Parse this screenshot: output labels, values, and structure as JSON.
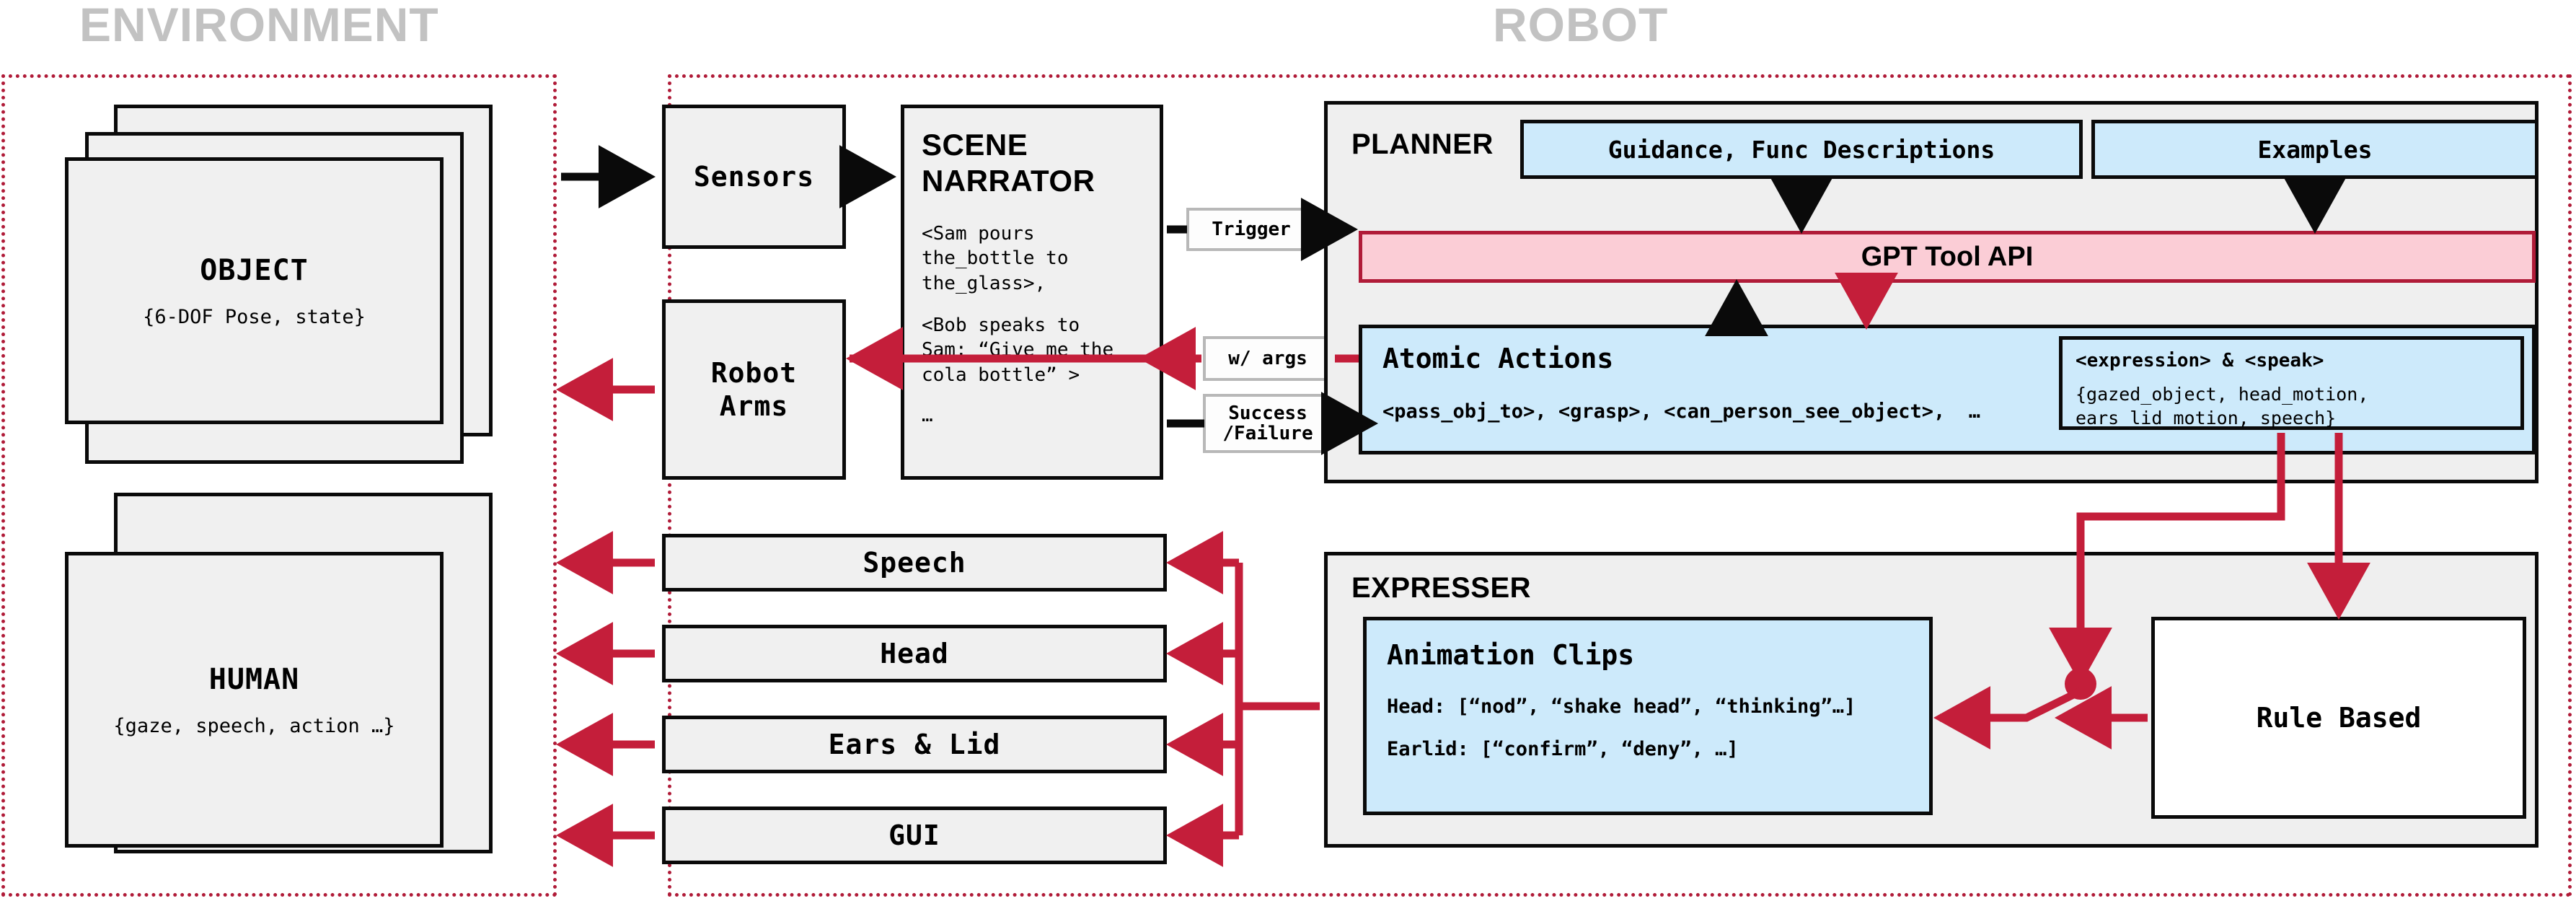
{
  "sections": {
    "environment": "ENVIRONMENT",
    "robot": "ROBOT"
  },
  "environment": {
    "object": {
      "title": "OBJECT",
      "attrs": "{6-DOF Pose, state}",
      "card_count": 3
    },
    "human": {
      "title": "HUMAN",
      "attrs": "{gaze, speech, action …}",
      "card_count": 2
    }
  },
  "interface": {
    "sensors": "Sensors",
    "robot_arms": "Robot\nArms"
  },
  "scene_narrator": {
    "title_line1": "SCENE",
    "title_line2": "NARRATOR",
    "line1": "<Sam pours\nthe_bottle to\nthe_glass>,",
    "line2": "<Bob speaks to\nSam: “Give me the\ncola bottle” >",
    "line3": "…"
  },
  "edge_labels": {
    "trigger": "Trigger",
    "with_args": "w/ args",
    "success_failure": "Success\n/Failure"
  },
  "planner": {
    "title": "PLANNER",
    "guidance": "Guidance, Func Descriptions",
    "examples": "Examples",
    "gpt_tool_api": "GPT Tool API",
    "atomic_actions": {
      "title": "Atomic Actions",
      "list": "<pass_obj_to>, <grasp>, <can_person_see_object>,  …"
    },
    "expression_speak": {
      "title": "<expression> & <speak>",
      "params": "{gazed_object, head_motion,\nears_lid_motion, speech}"
    }
  },
  "expresser": {
    "title": "EXPRESSER",
    "animation_clips": {
      "title": "Animation Clips",
      "head": "Head: [“nod”, “shake head”, “thinking”…]",
      "earlid": "Earlid: [“confirm”, “deny”, …]"
    },
    "rule_based": "Rule Based"
  },
  "outputs": {
    "speech": "Speech",
    "head": "Head",
    "ears_lid": "Ears & Lid",
    "gui": "GUI"
  },
  "colors": {
    "accent_red": "#b01b38",
    "blue_fill": "#cdeafb",
    "pink_fill": "#fbcdd6",
    "gray_fill": "#f0f0f0",
    "title_gray": "#c2c2c2",
    "ink": "#0a0a0a"
  }
}
